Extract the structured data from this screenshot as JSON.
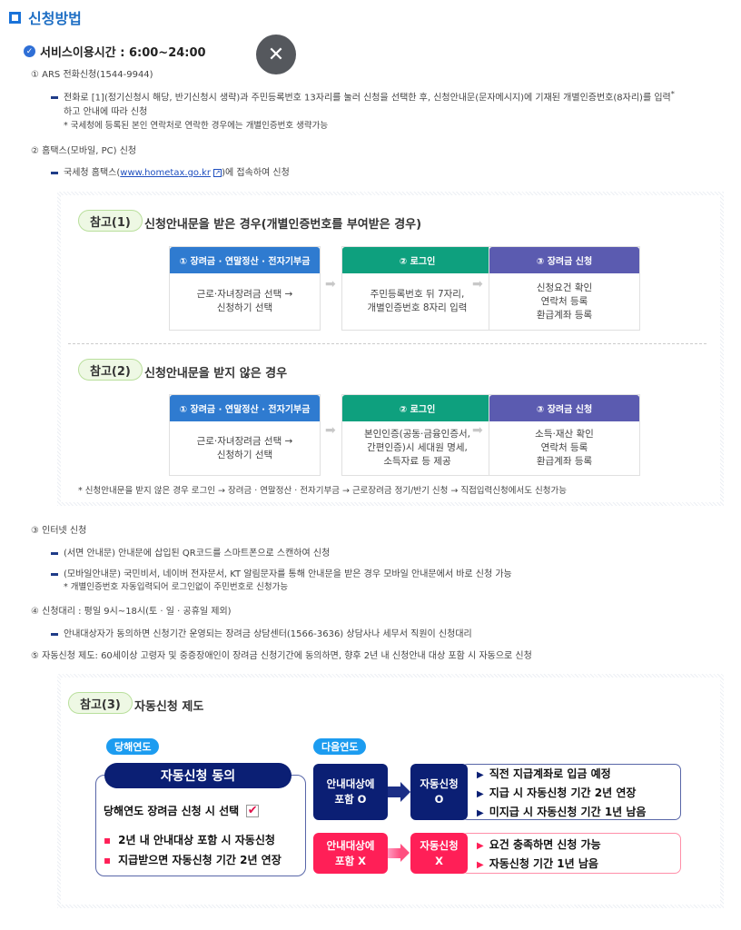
{
  "header": {
    "title": "신청방법"
  },
  "service_hours": {
    "label": "서비스이용시간 : 6:00~24:00"
  },
  "close_button": {
    "symbol": "✕"
  },
  "methods": {
    "ars": {
      "title": "① ARS 전화신청(1544-9944)",
      "line1": "전화로 [1](정기신청시 해당, 반기신청시 생략)과 주민등록번호 13자리를 눌러 신청을 선택한 후, 신청안내문(문자메시지)에 기재된 개별인증번호(8자리)를 입력",
      "line1_sup": "*",
      "line2": "하고 안내에 따라 신청",
      "note": "* 국세청에 등록된 본인 연락처로 연락한 경우에는 개별인증번호 생략가능"
    },
    "hometax": {
      "title": "② 홈택스(모바일, PC) 신청",
      "prefix": "국세청 홈택스(",
      "link": "www.hometax.go.kr",
      "ext_icon": "↗",
      "suffix": ")에 접속하여 신청"
    },
    "internet": {
      "title": "③ 인터넷 신청",
      "line1": "(서면 안내문) 안내문에 삽입된 QR코드를 스마트폰으로 스캔하여 신청",
      "line2": "(모바일안내문) 국민비서, 네이버 전자문서, KT 알림문자를 통해 안내문을 받은 경우 모바일 안내문에서 바로 신청 가능",
      "note": "* 개별인증번호 자동입력되어 로그인없이 주민번호로 신청가능"
    },
    "proxy": {
      "title": "④ 신청대리 : 평일 9시~18시(토 · 일 · 공휴일 제외)",
      "line1": "안내대상자가 동의하면 신청기간 운영되는 장려금 상담센터(1566-3636) 상담사나 세무서 직원이 신청대리"
    },
    "auto": {
      "title": "⑤ 자동신청 제도: 60세이상 고령자 및 중증장애인이 장려금 신청기간에 동의하면, 향후 2년 내 신청안내 대상 포함 시 자동으로 신청"
    }
  },
  "ref1": {
    "badge": "참고(1)",
    "title": "신청안내문을 받은 경우(개별인증번호를 부여받은 경우)",
    "steps": [
      {
        "header": "① 장려금 · 연말정산 · 전자기부금",
        "lines": [
          "근로·자녀장려금 선택 →",
          "신청하기 선택"
        ],
        "color": "#2f7bd0"
      },
      {
        "header": "② 로그인",
        "lines": [
          "주민등록번호 뒤 7자리,",
          "개별인증번호 8자리 입력"
        ],
        "color": "#0ea07e"
      },
      {
        "header": "③ 장려금 신청",
        "lines": [
          "신청요건 확인",
          "연락처 등록",
          "환급계좌 등록"
        ],
        "color": "#5b5bb0"
      }
    ]
  },
  "ref2": {
    "badge": "참고(2)",
    "title": "신청안내문을 받지 않은 경우",
    "steps": [
      {
        "header": "① 장려금 · 연말정산 · 전자기부금",
        "lines": [
          "근로·자녀장려금 선택 →",
          "신청하기 선택"
        ]
      },
      {
        "header": "② 로그인",
        "lines": [
          "본인인증(공동·금융인증서,",
          "간편인증)시 세대원 명세,",
          "소득자료 등 제공"
        ]
      },
      {
        "header": "③ 장려금 신청",
        "lines": [
          "소득·재산 확인",
          "연락처 등록",
          "환급계좌 등록"
        ]
      }
    ],
    "note": "* 신청안내문을 받지 않은 경우 로그인 → 장려금 · 연말정산 · 전자기부금 → 근로장려금 정기/반기 신청 → 직접입력신청에서도 신청가능"
  },
  "ref3": {
    "badge": "참고(3)",
    "title": "자동신청 제도",
    "this_year": {
      "tag": "당해연도",
      "header": "자동신청 동의",
      "select_text": "당해연도 장려금 신청 시 선택",
      "checkbox": "✔",
      "bullets": [
        "2년 내 안내대상 포함 시 자동신청",
        "지급받으면 자동신청 기간 2년 연장"
      ]
    },
    "next_year": {
      "tag": "다음연도",
      "included": {
        "box1": [
          "안내대상에",
          "포함 O"
        ],
        "box2": [
          "자동신청",
          "O"
        ],
        "items": [
          "직전 지급계좌로 입금 예정",
          "지급 시 자동신청 기간 2년 연장",
          "미지급 시 자동신청 기간 1년 남음"
        ]
      },
      "excluded": {
        "box1": [
          "안내대상에",
          "포함 X"
        ],
        "box2": [
          "자동신청",
          "X"
        ],
        "items": [
          "요건 충족하면 신청 가능",
          "자동신청 기간 1년 남음"
        ]
      }
    }
  },
  "colors": {
    "primary": "#1f6fc4",
    "navy": "#0b1f74",
    "pink": "#ff1f57",
    "sky": "#1c9cf0"
  }
}
